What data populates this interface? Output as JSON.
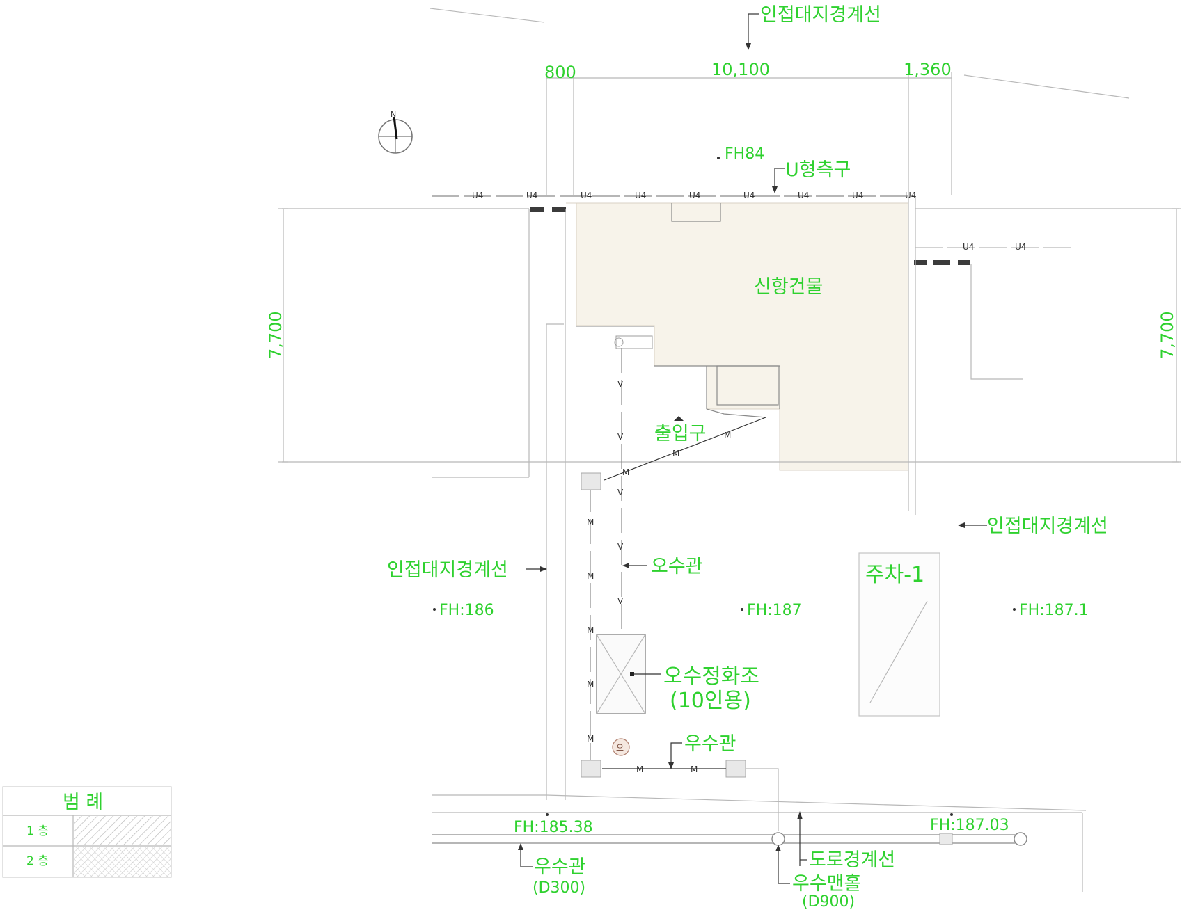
{
  "labels": {
    "neighbor_boundary": "인접대지경계선",
    "u_gutter": "U형측구",
    "new_building": "신항건물",
    "entrance": "출입구",
    "sewage_pipe": "오수관",
    "septic_tank_line1": "오수정화조",
    "septic_tank_line2": "(10인용)",
    "rain_pipe": "우수관",
    "rain_pipe_main": "우수관",
    "rain_pipe_main_size": "(D300)",
    "rain_manhole": "우수맨홀",
    "rain_manhole_size": "(D900)",
    "road_boundary": "도로경계선",
    "parking": "주차-1",
    "north": "N"
  },
  "dimensions": {
    "top_left": "800",
    "top_center": "10,100",
    "top_right": "1,360",
    "left_height": "7,700",
    "right_height": "7,700"
  },
  "elevations": {
    "fh_84": "FH84",
    "fh_186": "FH:186",
    "fh_187": "FH:187",
    "fh_187_1": "FH:187.1",
    "fh_185_38": "FH:185.38",
    "fh_187_03": "FH:187.03"
  },
  "legend": {
    "title": "범 례",
    "rows": [
      {
        "label": "1 층"
      },
      {
        "label": "2 층"
      }
    ]
  },
  "pipe_codes": {
    "gutter": "U4",
    "sewer": "M",
    "vent": "V"
  },
  "colors": {
    "label": "#2fd12f",
    "building_fill": "#f7f3ea",
    "line": "#b8b8b8"
  }
}
